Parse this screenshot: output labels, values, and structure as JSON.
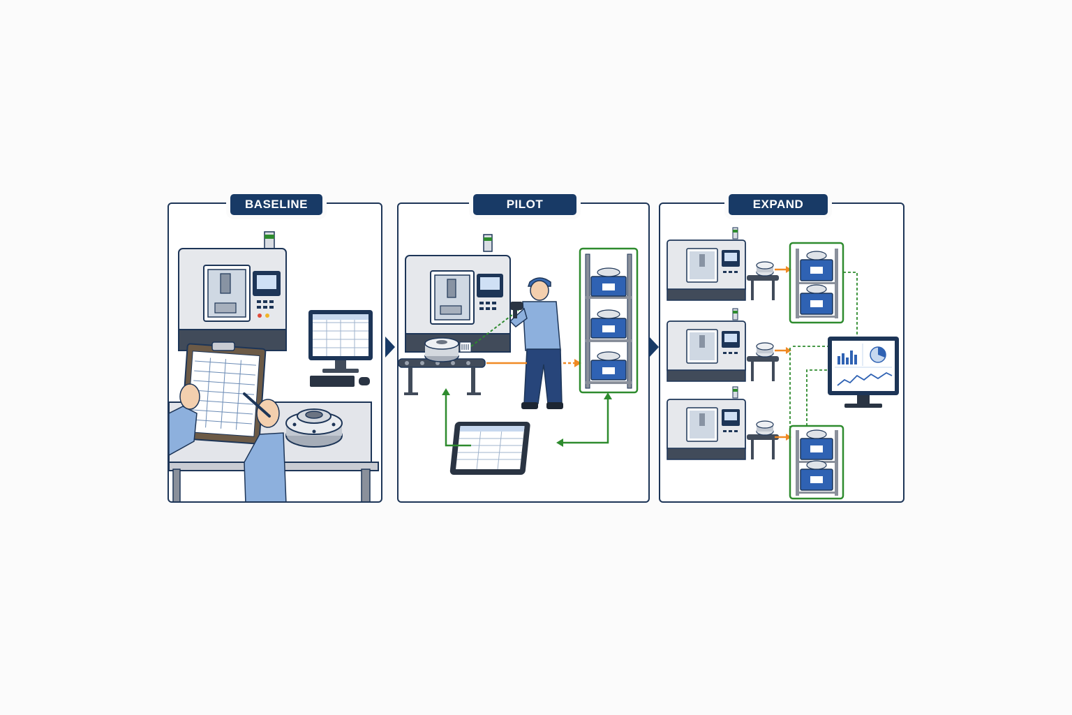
{
  "stages": [
    {
      "label": "BASELINE"
    },
    {
      "label": "PILOT"
    },
    {
      "label": "EXPAND"
    }
  ],
  "colors": {
    "navy": "#183a66",
    "frame": "#1d3557",
    "flow_orange": "#f08a24",
    "data_green": "#2e8b2e",
    "bin_blue": "#2f62b3",
    "machine_gray": "#e6e8ec"
  },
  "icons": [
    "cnc-machine-icon",
    "clipboard-icon",
    "desktop-computer-icon",
    "flange-part-icon",
    "worker-icon",
    "barcode-scanner-icon",
    "conveyor-icon",
    "storage-rack-icon",
    "tablet-icon",
    "dashboard-monitor-icon"
  ]
}
